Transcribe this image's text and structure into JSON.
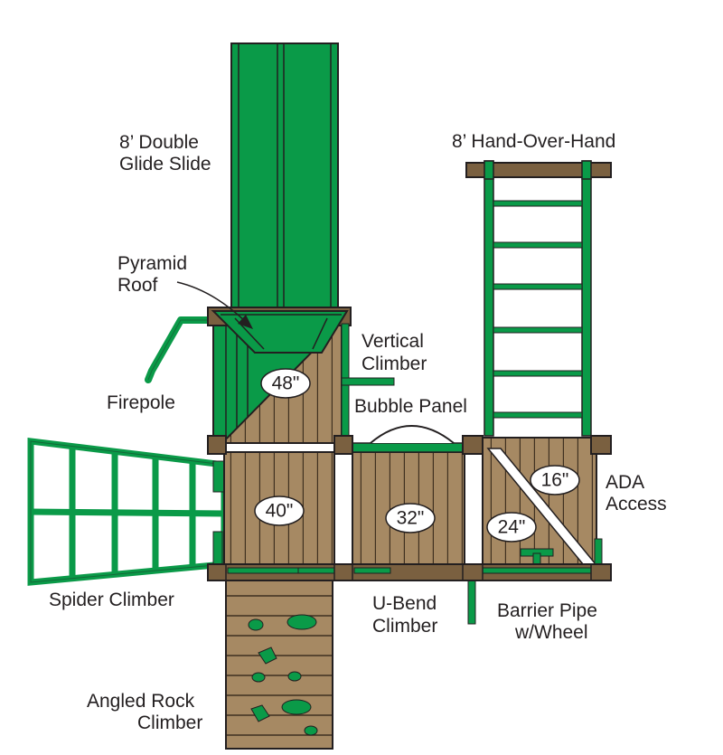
{
  "labels": {
    "slide_line1": "8’ Double",
    "slide_line2": "Glide Slide",
    "monkey_bars": "8’ Hand-Over-Hand",
    "roof_line1": "Pyramid",
    "roof_line2": "Roof",
    "vertical_line1": "Vertical",
    "vertical_line2": "Climber",
    "firepole": "Firepole",
    "bubble": "Bubble Panel",
    "ada_line1": "ADA",
    "ada_line2": "Access",
    "spider": "Spider Climber",
    "ubend_line1": "U-Bend",
    "ubend_line2": "Climber",
    "barrier_line1": "Barrier Pipe",
    "barrier_line2": "w/Wheel",
    "rock_line1": "Angled Rock",
    "rock_line2": "Climber"
  },
  "dimensions": {
    "roof_deck": "48\"",
    "main_deck": "40\"",
    "middle_deck": "32\"",
    "ada_upper": "16\"",
    "ada_lower": "24\""
  },
  "colors": {
    "green": "#0a9a48",
    "dark_green": "#006a2d",
    "wood": "#a68963",
    "wood_dark": "#7a6040",
    "beam": "#5e4a34",
    "outline": "#231f20"
  }
}
